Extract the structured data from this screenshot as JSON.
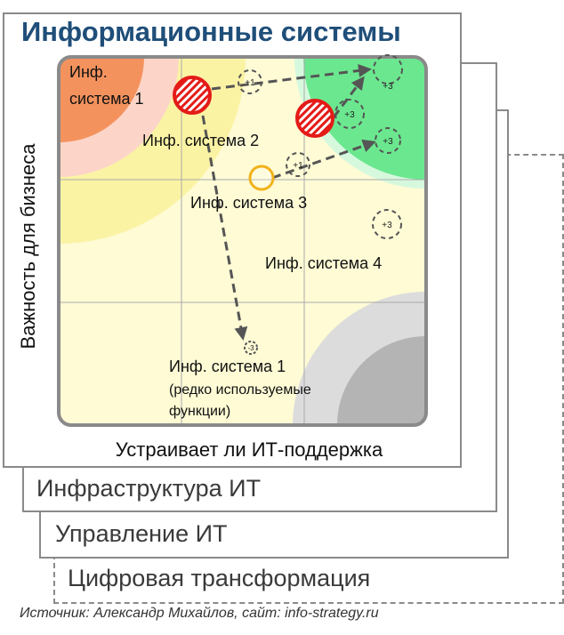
{
  "title": "Информационные системы",
  "axes": {
    "y_label": "Важность  для бизнеса",
    "x_label": "Устраивает ли ИТ-поддержка"
  },
  "layers": {
    "infrastructure": "Инфраструктура ИТ",
    "management": "Управление ИТ",
    "digital": "Цифровая трансформация"
  },
  "systems": {
    "s1_line1": "Инф.",
    "s1_line2": "система 1",
    "s2": "Инф. система 2",
    "s3": "Инф. система 3",
    "s4": "Инф. система 4",
    "s1_rare_line1": "Инф. система 1",
    "s1_rare_line2": "(редко используемые",
    "s1_rare_line3": "функции)"
  },
  "markers": {
    "plus1": "+1",
    "plus3": "+3",
    "minus3": "-3"
  },
  "source": "Источник: Александр Михайлов, сайт: info-strategy.ru",
  "colors": {
    "title": "#1f4e79",
    "zone_red": "#f4925e",
    "zone_pink": "#fcd5c8",
    "zone_yellow": "#fbf3a4",
    "zone_light_yellow": "#fefbd5",
    "zone_light_green": "#d6f9de",
    "zone_green": "#6be88f",
    "zone_gray": "#dcdcdc",
    "zone_dark_gray": "#b4b4b4",
    "marker_red": "#e41b17",
    "marker_yellow": "#f2b21b"
  }
}
